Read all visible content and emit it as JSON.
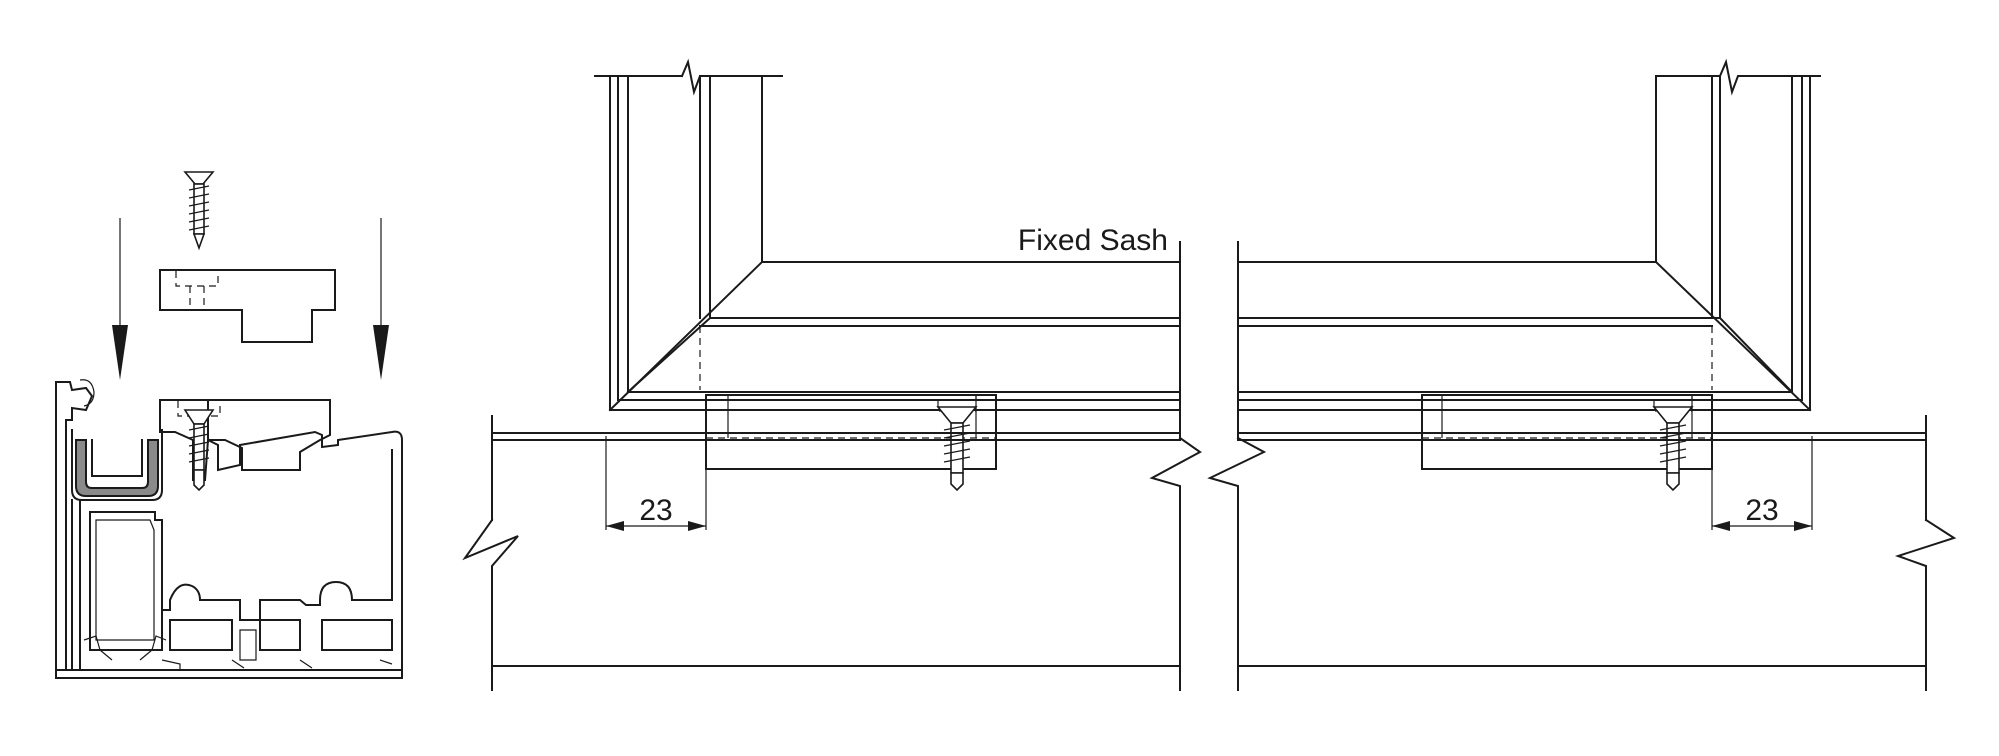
{
  "labels": {
    "fixed_sash": "Fixed Sash",
    "dim_left": "23",
    "dim_right": "23"
  },
  "colors": {
    "line": "#1a1a1a",
    "gasket": "#8a8a8a",
    "background": "#ffffff"
  }
}
